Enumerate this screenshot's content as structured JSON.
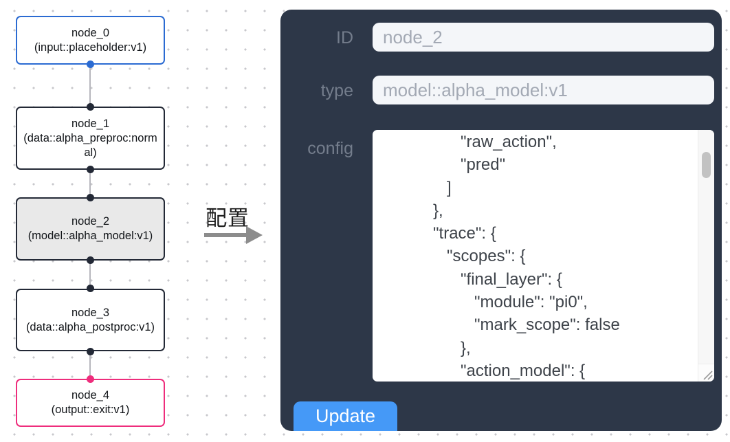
{
  "canvas": {
    "nodes": [
      {
        "title": "node_0",
        "subtitle": "(input::placeholder:v1)",
        "accent": "#2b6bd2",
        "selected": false
      },
      {
        "title": "node_1",
        "subtitle": "(data::alpha_preproc:normal)",
        "accent": "#232936",
        "selected": false
      },
      {
        "title": "node_2",
        "subtitle": "(model::alpha_model:v1)",
        "accent": "#232936",
        "selected": true
      },
      {
        "title": "node_3",
        "subtitle": "(data::alpha_postproc:v1)",
        "accent": "#232936",
        "selected": false
      },
      {
        "title": "node_4",
        "subtitle": "(output::exit:v1)",
        "accent": "#ee2d7c",
        "selected": false
      }
    ],
    "edge_color": "#b7b7bd",
    "selected_node_bg": "#e9e9e9"
  },
  "annotation": {
    "label": "配置",
    "arrow_color": "#8c8c8c"
  },
  "panel": {
    "background": "#2d3748",
    "fields": [
      {
        "label": "ID",
        "value": "node_2"
      },
      {
        "label": "type",
        "value": "model::alpha_model:v1"
      }
    ],
    "config": {
      "label": "config",
      "code": "                  \"raw_action\",\n                  \"pred\"\n               ]\n            },\n            \"trace\": {\n               \"scopes\": {\n                  \"final_layer\": {\n                     \"module\": \"pi0\",\n                     \"mark_scope\": false\n                  },\n                  \"action_model\": {"
    },
    "update_button": {
      "label": "Update",
      "color": "#4599f7"
    }
  }
}
